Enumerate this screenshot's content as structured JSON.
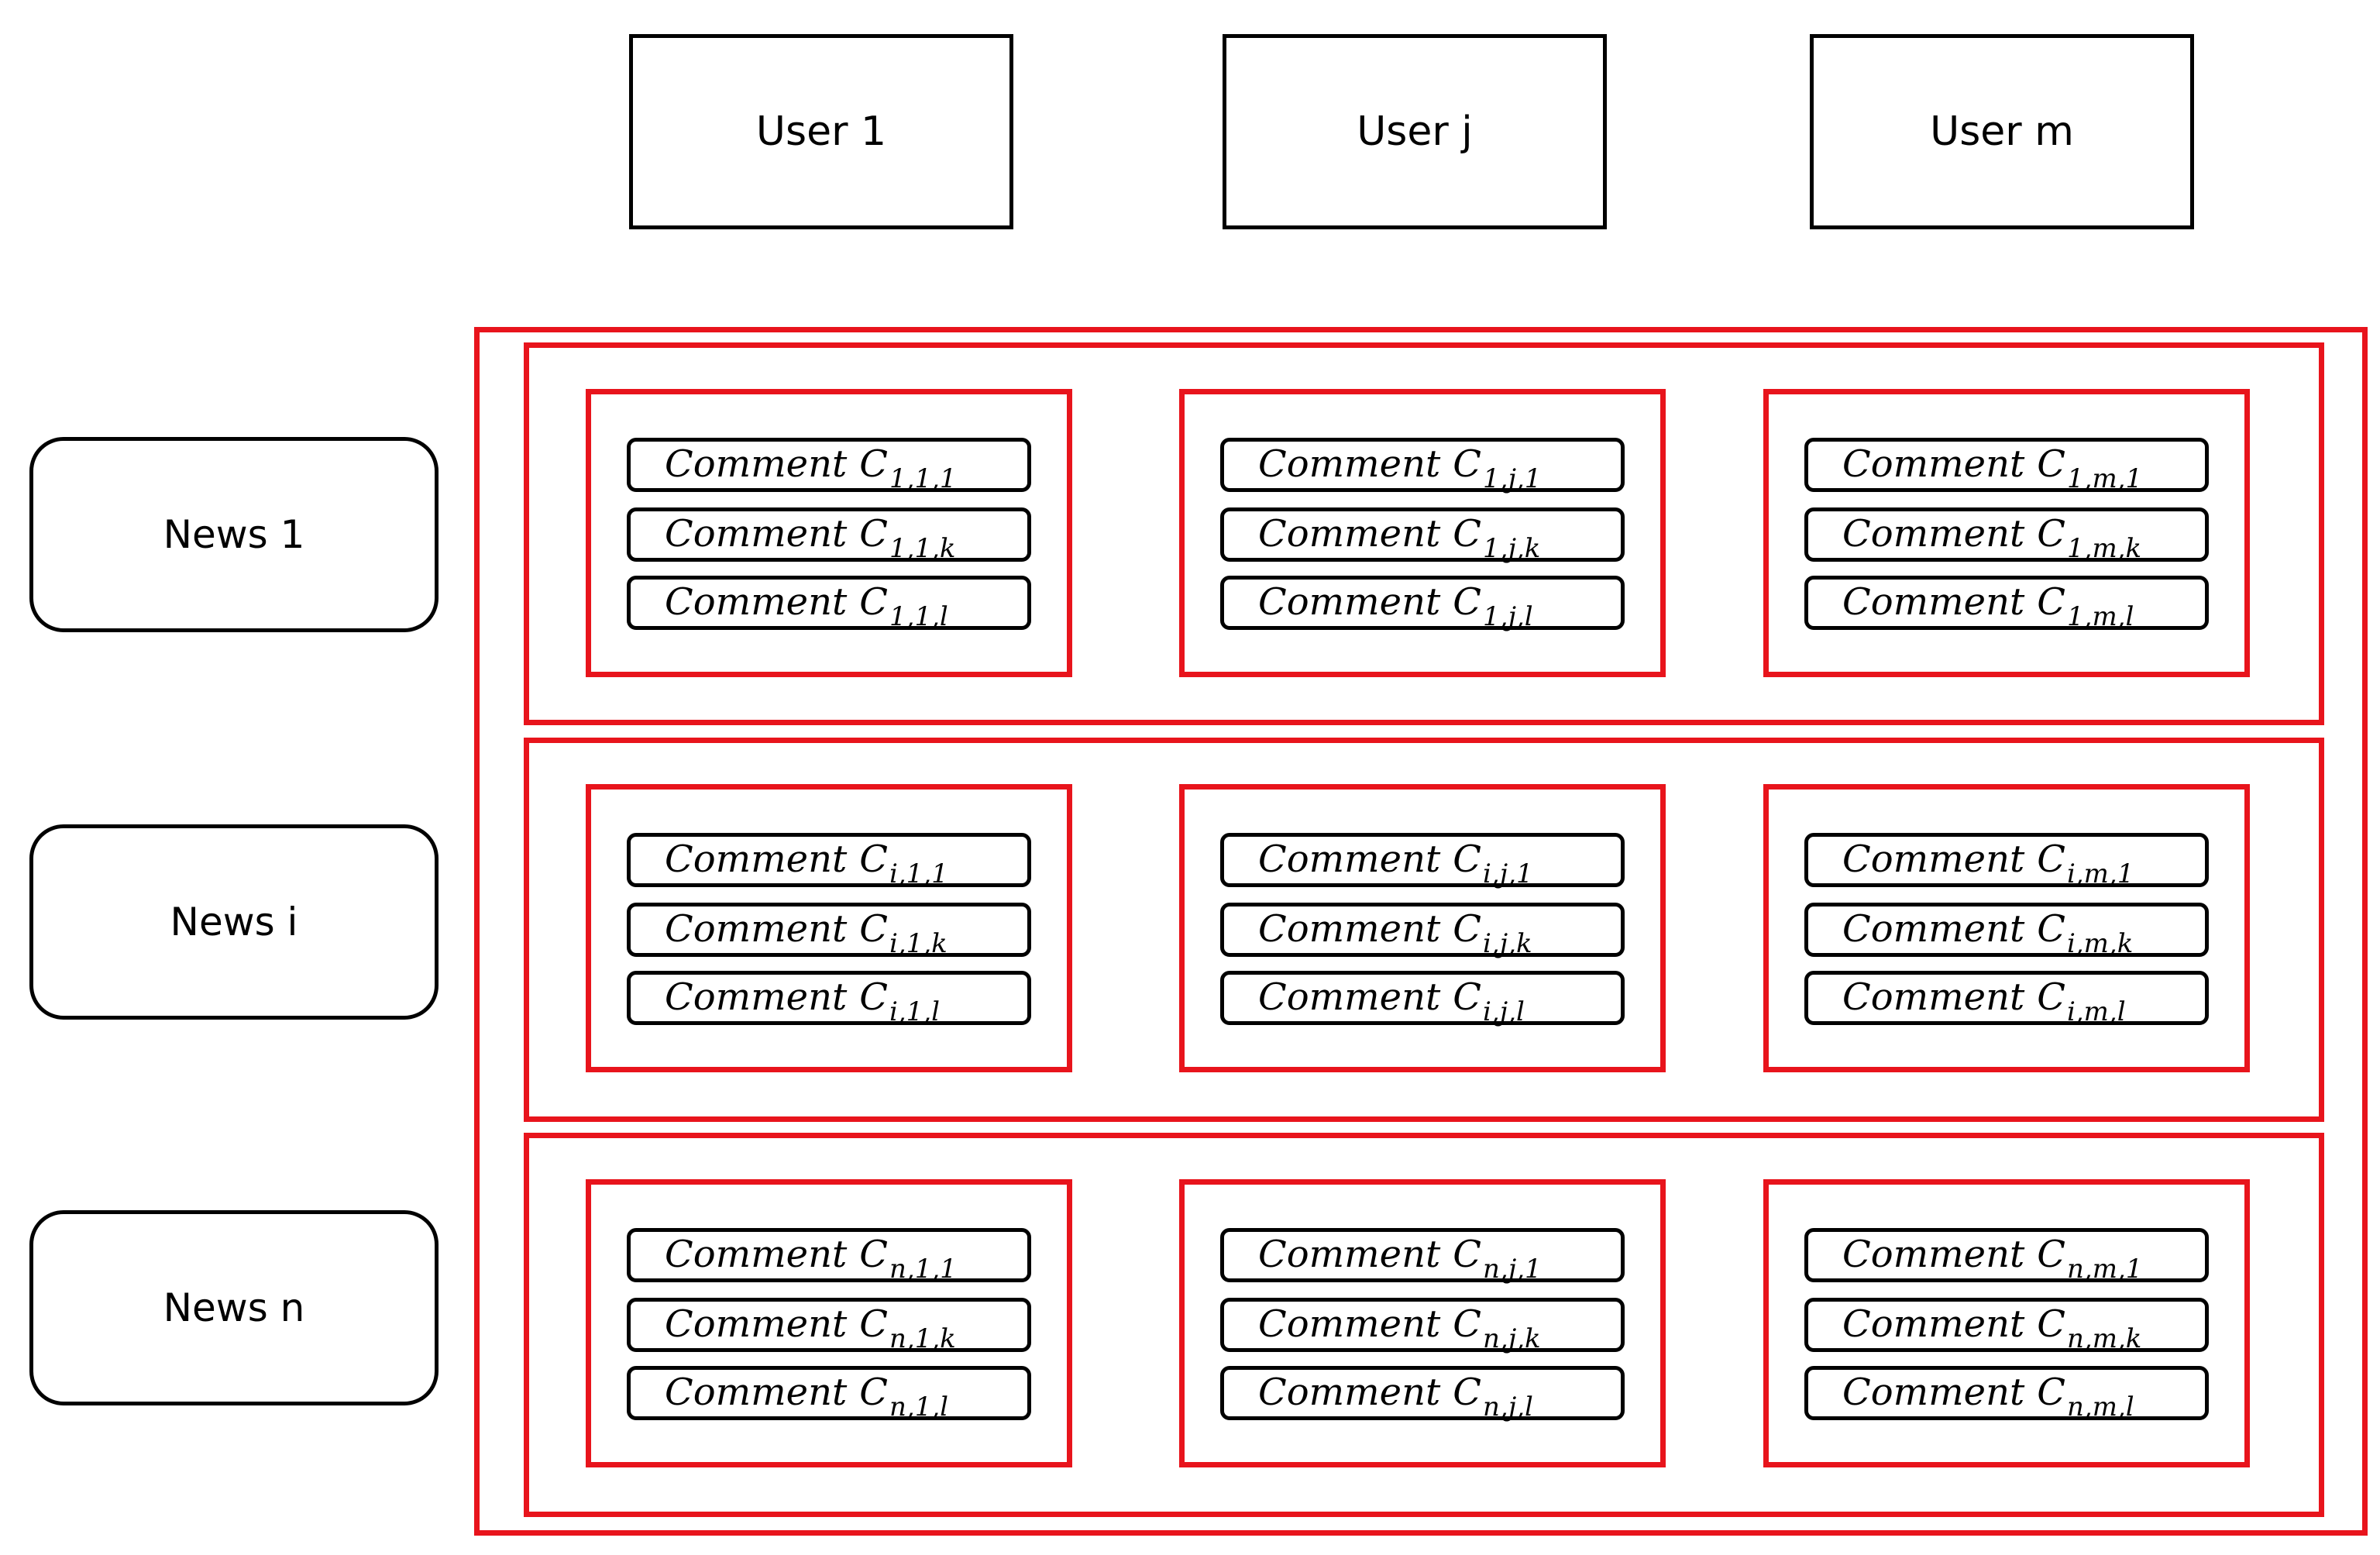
{
  "users": [
    {
      "label": "User 1"
    },
    {
      "label": "User j"
    },
    {
      "label": "User m"
    }
  ],
  "news": [
    {
      "label": "News 1"
    },
    {
      "label": "News i"
    },
    {
      "label": "News n"
    }
  ],
  "comment_word": "Comment",
  "comment_symbol": "C",
  "rows": [
    {
      "cells": [
        {
          "comments": [
            "1,1,1",
            "1,1,k",
            "1,1,l"
          ]
        },
        {
          "comments": [
            "1,j,1",
            "1,j,k",
            "1,j,l"
          ]
        },
        {
          "comments": [
            "1,m,1",
            "1,m,k",
            "1,m,l"
          ]
        }
      ]
    },
    {
      "cells": [
        {
          "comments": [
            "i,1,1",
            "i,1,k",
            "i,1,l"
          ]
        },
        {
          "comments": [
            "i,j,1",
            "i,j,k",
            "i,j,l"
          ]
        },
        {
          "comments": [
            "i,m,1",
            "i,m,k",
            "i,m,l"
          ]
        }
      ]
    },
    {
      "cells": [
        {
          "comments": [
            "n,1,1",
            "n,1,k",
            "n,1,l"
          ]
        },
        {
          "comments": [
            "n,j,1",
            "n,j,k",
            "n,j,l"
          ]
        },
        {
          "comments": [
            "n,m,1",
            "n,m,k",
            "n,m,l"
          ]
        }
      ]
    }
  ],
  "colors": {
    "frame": "#e8141c",
    "box_border": "#000000"
  }
}
